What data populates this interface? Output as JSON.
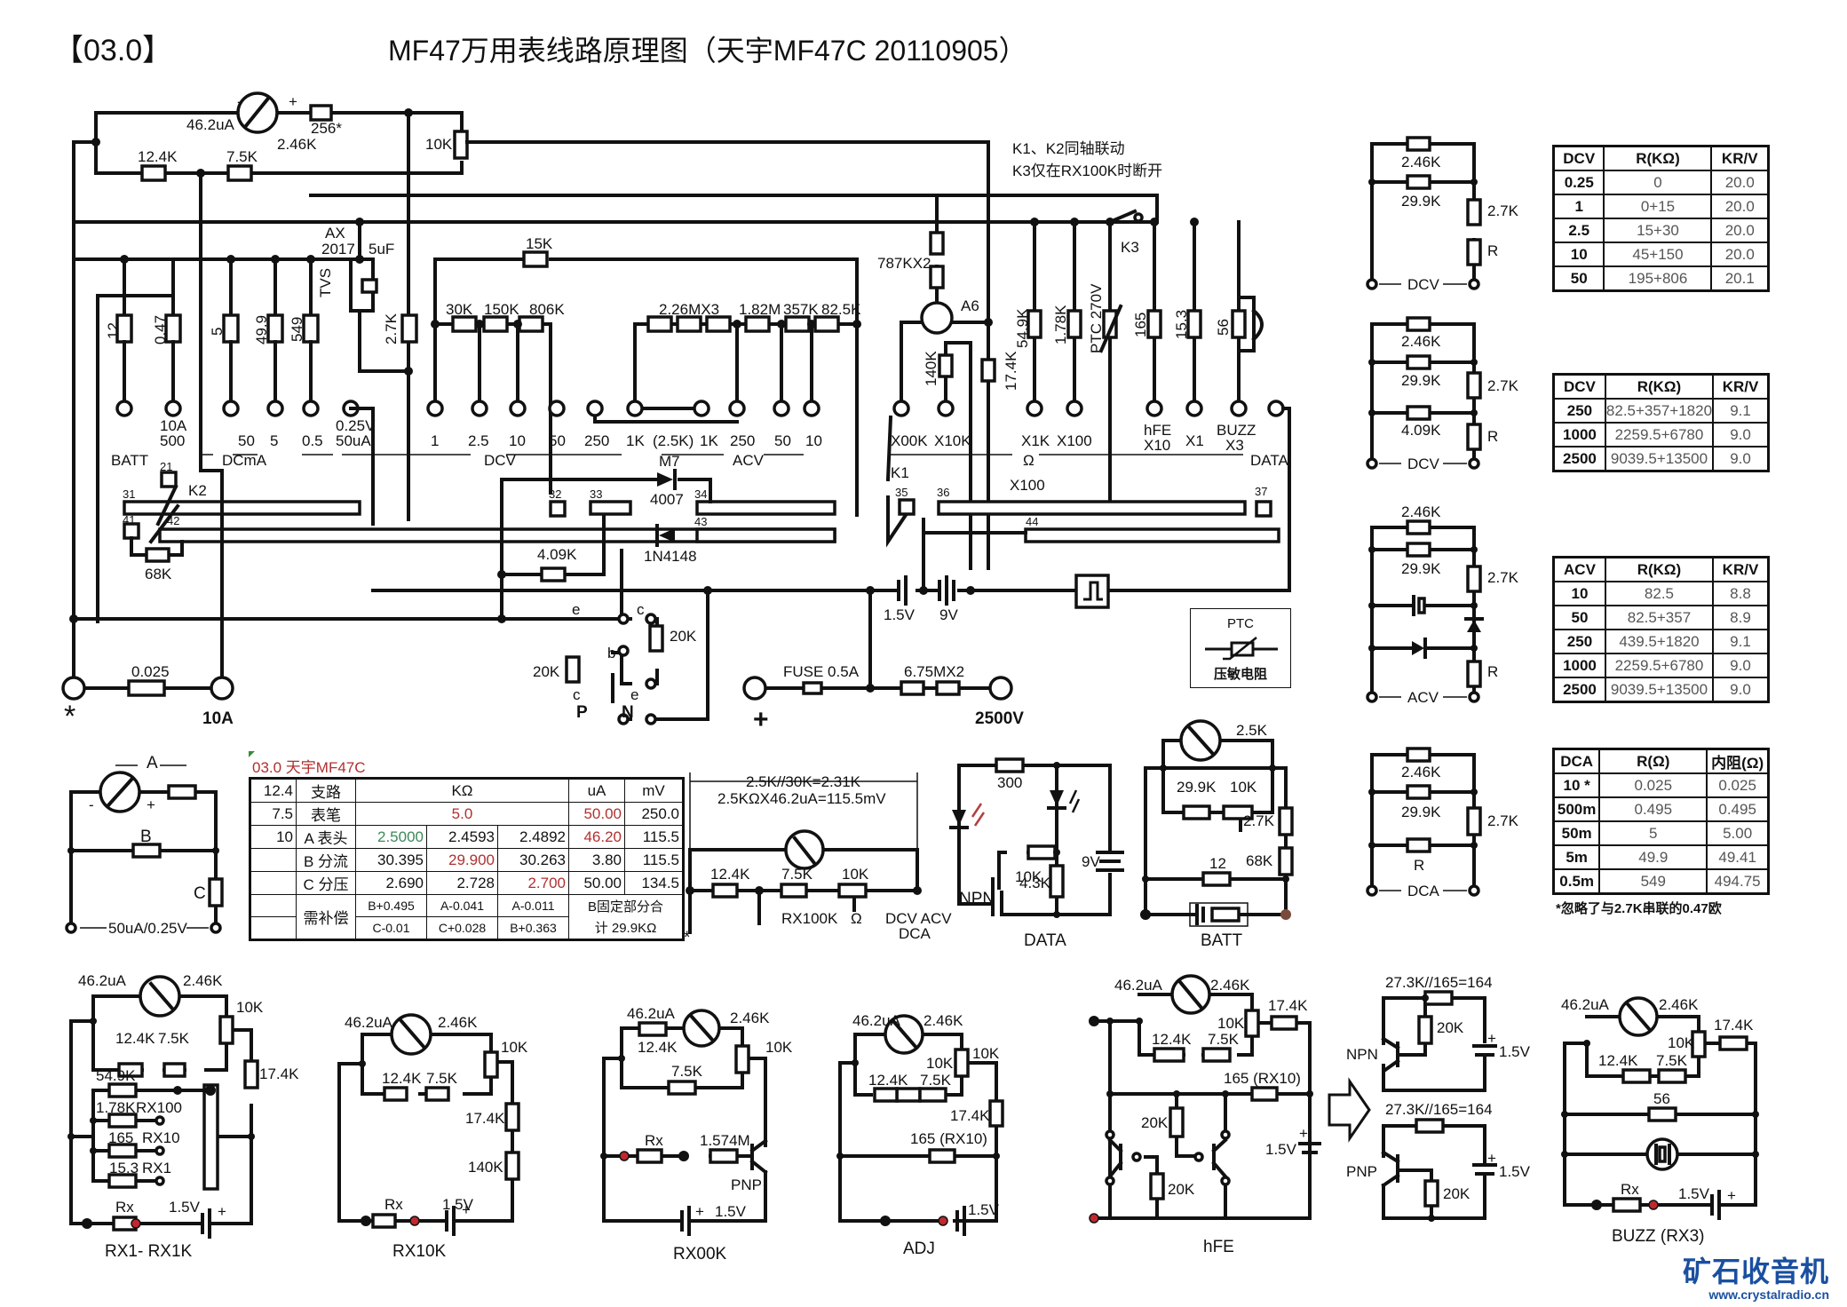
{
  "header": {
    "tag": "【03.0】",
    "title": "MF47万用表线路原理图（天宇MF47C  20110905）"
  },
  "notes": {
    "k1k2": "K1、K2同轴联动",
    "k3": "K3仅在RX100K时断开",
    "dca_footnote": "*忽略了与2.7K串联的0.47欧"
  },
  "main_labels": {
    "meter_current": "46.2uA",
    "meter_minus": "-",
    "meter_plus": "+",
    "r256": "256*",
    "r_meter": "2.46K",
    "pot10k": "10K",
    "r12_4k": "12.4K",
    "r7_5k": "7.5K",
    "ax": "AX",
    "ax2017": "2017",
    "cap5uf": "5uF",
    "tvs": "TVS",
    "r2_7k": "2.7K",
    "r15k": "15K",
    "r12": "12",
    "r0_47": "0.47",
    "r5": "5",
    "r49_9": "49.9",
    "r549": "549",
    "r30k": "30K",
    "r150k": "150K",
    "r806k": "806K",
    "r2_26m": "2.26MX3",
    "r1_82m": "1.82M",
    "r357k": "357K",
    "r82_5k": "82.5K",
    "r787k": "787KX2",
    "a6": "A6",
    "r140k": "140K",
    "r17_4k": "17.4K",
    "r54_9k": "54.9K",
    "r1_78k": "1.78K",
    "ptc": "PTC  270V",
    "r165": "165",
    "r15_3": "15.3",
    "r56": "56",
    "k3": "K3",
    "dcma_ranges": [
      "10A\n500",
      "50",
      "5",
      "0.5",
      "0.25V\n50uA"
    ],
    "batt": "BATT",
    "dcma": "DCmA",
    "dcv": "DCV",
    "acv": "ACV",
    "ohm": "Ω",
    "data": "DATA",
    "dcv_ranges": [
      "1",
      "2.5",
      "10",
      "50",
      "250",
      "1K"
    ],
    "mid": "(2.5K)",
    "acv_ranges": [
      "1K",
      "250",
      "50",
      "10"
    ],
    "ohm_ranges": [
      "X00K",
      "X10K",
      "X1K",
      "X100",
      "hFE\nX10",
      "X1",
      "BUZZ\nX3"
    ],
    "m7": "M7",
    "d4007": "4007",
    "d1n4148": "1N4148",
    "r4_09k": "4.09K",
    "r68k": "68K",
    "k1": "K1",
    "k2": "K2",
    "x100": "X100",
    "pads": [
      "21",
      "31",
      "41",
      "42",
      "32",
      "33",
      "34",
      "43",
      "35",
      "36",
      "37",
      "44"
    ],
    "b1_5v": "1.5V",
    "b9v": "9V",
    "r0_025": "0.025",
    "com": "*",
    "a10": "10A",
    "e": "e",
    "c": "c",
    "b": "b",
    "r20k": "20K",
    "p": "P",
    "n": "N",
    "fuse": "FUSE 0.5A",
    "r6_75m": "6.75MX2",
    "plus": "+",
    "v2500": "2500V",
    "ptc_legend_title": "PTC",
    "ptc_legend_desc": "压敏电阻"
  },
  "tables": {
    "dcv_low": {
      "headers": [
        "DCV",
        "R(KΩ)",
        "KR/V"
      ],
      "rows": [
        [
          "0.25",
          "0",
          "20.0"
        ],
        [
          "1",
          "0+15",
          "20.0"
        ],
        [
          "2.5",
          "15+30",
          "20.0"
        ],
        [
          "10",
          "45+150",
          "20.0"
        ],
        [
          "50",
          "195+806",
          "20.1"
        ]
      ]
    },
    "dcv_high": {
      "headers": [
        "DCV",
        "R(KΩ)",
        "KR/V"
      ],
      "rows": [
        [
          "250",
          "82.5+357+1820",
          "9.1"
        ],
        [
          "1000",
          "2259.5+6780",
          "9.0"
        ],
        [
          "2500",
          "9039.5+13500",
          "9.0"
        ]
      ]
    },
    "acv": {
      "headers": [
        "ACV",
        "R(KΩ)",
        "KR/V"
      ],
      "rows": [
        [
          "10",
          "82.5",
          "8.8"
        ],
        [
          "50",
          "82.5+357",
          "8.9"
        ],
        [
          "250",
          "439.5+1820",
          "9.1"
        ],
        [
          "1000",
          "2259.5+6780",
          "9.0"
        ],
        [
          "2500",
          "9039.5+13500",
          "9.0"
        ]
      ]
    },
    "dca": {
      "headers": [
        "DCA",
        "R(Ω)",
        "内阻(Ω)"
      ],
      "rows": [
        [
          "10 *",
          "0.025",
          "0.025"
        ],
        [
          "500m",
          "0.495",
          "0.495"
        ],
        [
          "50m",
          "5",
          "5.00"
        ],
        [
          "5m",
          "49.9",
          "49.41"
        ],
        [
          "0.5m",
          "549",
          "494.75"
        ]
      ]
    }
  },
  "mini_circuits": {
    "dcv1": {
      "r1": "2.46K",
      "r2": "29.9K",
      "r3": "2.7K",
      "r": "R",
      "label": "DCV"
    },
    "dcv2": {
      "r1": "2.46K",
      "r2": "29.9K",
      "r3": "2.7K",
      "r4": "4.09K",
      "r": "R",
      "label": "DCV"
    },
    "acv": {
      "r1": "2.46K",
      "r2": "29.9K",
      "r3": "2.7K",
      "r": "R",
      "label": "ACV"
    },
    "dca": {
      "r1": "2.46K",
      "r2": "29.9K",
      "r3": "2.7K",
      "r": "R",
      "label": "DCA"
    }
  },
  "abc": {
    "a": "A",
    "b": "B",
    "c": "C",
    "range": "50uA/0.25V",
    "minus": "-",
    "plus": "+"
  },
  "calc_table": {
    "title": "03.0 天宇MF47C",
    "rows": [
      [
        "12.4",
        "支路",
        "KΩ",
        "uA",
        "mV"
      ],
      [
        "7.5",
        "表笔",
        "5.0",
        "50.00",
        "250.0"
      ],
      [
        "10",
        "A 表头",
        "2.5000",
        "2.4593",
        "2.4892",
        "46.20",
        "115.5"
      ],
      [
        "",
        "B 分流",
        "30.395",
        "29.900",
        "30.263",
        "3.80",
        "115.5"
      ],
      [
        "",
        "C 分压",
        "2.690",
        "2.728",
        "2.700",
        "50.00",
        "134.5"
      ],
      [
        "",
        "需补偿",
        "B+0.495",
        "A-0.041",
        "A-0.011",
        "B固定部分合"
      ],
      [
        "",
        "",
        "C-0.01",
        "C+0.028",
        "B+0.363",
        "计 29.9KΩ"
      ]
    ]
  },
  "parallel_calc": {
    "line1": "2.5K//30K=2.31K",
    "line2": "2.5KΩX46.2uA=115.5mV",
    "r1": "12.4K",
    "r2": "7.5K",
    "r3": "10K",
    "rx": "RX100K",
    "ohm": "Ω",
    "out": "DCV ACV",
    "out2": "DCA",
    "star": "*"
  },
  "data_circuit": {
    "r300": "300",
    "r10k": "10K",
    "r4_3k": "4.3K",
    "b9v": "9V",
    "npn": "NPN",
    "label": "DATA"
  },
  "batt_circuit": {
    "r2_5k": "2.5K",
    "r29_9k": "29.9K",
    "r10k": "10K",
    "r2_7k": "2.7K",
    "r68k": "68K",
    "r12": "12",
    "label": "BATT"
  },
  "ohm_circuits": {
    "rx1k": {
      "meter": "46.2uA",
      "rm": "2.46K",
      "pot": "10K",
      "r1": "12.4K",
      "r2": "7.5K",
      "r17": "17.4K",
      "r54": "54.9K",
      "r178": "1.78K",
      "rx100": "RX100",
      "r165": "165",
      "rx10": "RX10",
      "r153": "15.3",
      "rx1": "RX1",
      "rx": "Rx",
      "bat": "1.5V",
      "label": "RX1- RX1K"
    },
    "rx10k": {
      "meter": "46.2uA",
      "rm": "2.46K",
      "pot": "10K",
      "r1": "12.4K",
      "r2": "7.5K",
      "r17": "17.4K",
      "r140": "140K",
      "rx": "Rx",
      "bat": "1.5V",
      "label": "RX10K"
    },
    "rx00k": {
      "meter": "46.2uA",
      "rm": "2.46K",
      "pot": "10K",
      "r1": "12.4K",
      "r2": "7.5K",
      "rx": "Rx",
      "r1574": "1.574M",
      "pnp": "PNP",
      "bat": "1.5V",
      "label": "RX00K"
    },
    "adj": {
      "meter": "46.2uA",
      "rm": "2.46K",
      "pot": "10K",
      "pot2": "10K",
      "r1": "12.4K",
      "r2": "7.5K",
      "r17": "17.4K",
      "r165": "165 (RX10)",
      "bat": "1.5V",
      "label": "ADJ"
    },
    "hfe": {
      "meter": "46.2uA",
      "rm": "2.46K",
      "pot": "10K",
      "r1": "12.4K",
      "r2": "7.5K",
      "r17": "17.4K",
      "r165": "165 (RX10)",
      "r20a": "20K",
      "r20b": "20K",
      "bat": "1.5V",
      "label": "hFE"
    },
    "hfe_eq": {
      "eq": "27.3K//165=164",
      "npn": "NPN",
      "pnp": "PNP",
      "r20": "20K",
      "bat": "1.5V"
    },
    "buzz": {
      "meter": "46.2uA",
      "rm": "2.46K",
      "pot": "10K",
      "r1": "12.4K",
      "r2": "7.5K",
      "r17": "17.4K",
      "r56": "56",
      "rx": "Rx",
      "bat": "1.5V",
      "label": "BUZZ (RX3)"
    }
  },
  "watermark": {
    "name": "矿石收音机",
    "url": "www.crystalradio.cn"
  },
  "colors": {
    "ink": "#111111",
    "red_value": "#b03030",
    "green_value": "#3b8a5a",
    "probe_red": "#c0282d",
    "brand_blue": "#1a4fa0"
  }
}
